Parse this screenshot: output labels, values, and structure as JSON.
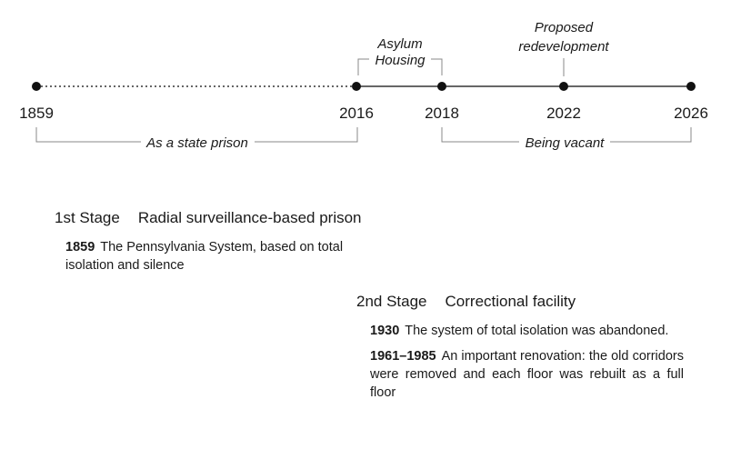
{
  "timeline": {
    "years": [
      "1859",
      "2016",
      "2018",
      "2022",
      "2026"
    ],
    "periods": {
      "state_prison": "As a state prison",
      "asylum_line1": "Asylum",
      "asylum_line2": "Housing",
      "vacant": "Being vacant"
    },
    "proposed_line1": "Proposed",
    "proposed_line2": "redevelopment"
  },
  "stages": [
    {
      "number": "1st Stage",
      "title": "Radial surveillance-based prison",
      "entries": [
        {
          "year": "1859",
          "text": "The Pennsylvania System, based on total isolation and silence"
        }
      ]
    },
    {
      "number": "2nd Stage",
      "title": "Correctional facility",
      "entries": [
        {
          "year": "1930",
          "text": "The system of total isolation was abandoned."
        },
        {
          "year": "1961–1985",
          "text": "An important renovation: the old corridors were removed and each floor was rebuilt as a full floor"
        }
      ]
    }
  ]
}
